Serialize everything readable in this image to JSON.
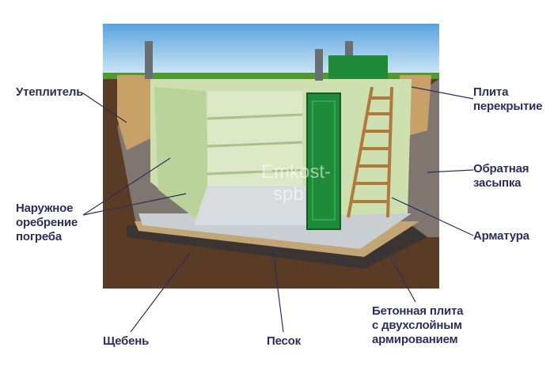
{
  "labels": {
    "insulation": "Утеплитель",
    "slab_top": [
      "Плита",
      "перекрытие"
    ],
    "backfill": [
      "Обратная",
      "засыпка"
    ],
    "ribbing": [
      "Наружное",
      "оребрение",
      "погреба"
    ],
    "rebar": "Арматура",
    "concrete_slab": [
      "Бетонная плита",
      "с двухслойным",
      "армированием"
    ],
    "gravel": "Щебень",
    "sand": "Песок"
  },
  "watermark": [
    "Emkost-",
    "spb"
  ],
  "colors": {
    "text": "#2b2f5c",
    "soil": "#5a3b26",
    "wall": "#cfe0b0",
    "door": "#1f8a3a",
    "sky": "#7fb8e6"
  }
}
